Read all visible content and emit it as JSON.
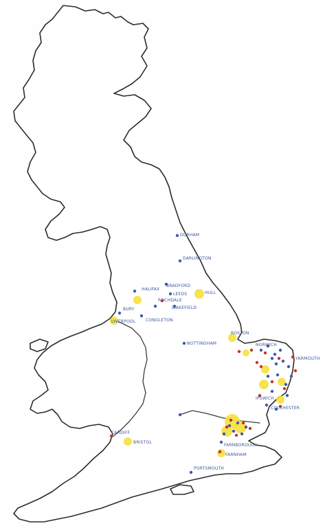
{
  "map": {
    "title": "",
    "legend": [],
    "colors": {
      "blue": "#3b5bb0",
      "red": "#c8322a",
      "yellow": "#f6e03a",
      "coast": "#2b2b2b",
      "label": "#3c55a0"
    },
    "places": [
      {
        "id": "durham",
        "label": "DURHAM"
      },
      {
        "id": "darlington",
        "label": "DARLINGTON"
      },
      {
        "id": "halifax",
        "label": "HALIFAX"
      },
      {
        "id": "bradford",
        "label": "BRADFORD"
      },
      {
        "id": "leeds",
        "label": "LEEDS"
      },
      {
        "id": "hull",
        "label": "HULL"
      },
      {
        "id": "bury",
        "label": "BURY"
      },
      {
        "id": "rochdale",
        "label": "ROCHDALE"
      },
      {
        "id": "wakefield",
        "label": "WAKEFIELD"
      },
      {
        "id": "liverpool",
        "label": "LIVERPOOL"
      },
      {
        "id": "congleton",
        "label": "CONGLETON"
      },
      {
        "id": "nottingham",
        "label": "NOTTINGHAM"
      },
      {
        "id": "boston",
        "label": "BOSTON"
      },
      {
        "id": "norwich",
        "label": "NORWICH"
      },
      {
        "id": "yarmouth",
        "label": "YARMOUTH"
      },
      {
        "id": "ipswich",
        "label": "IPSWICH"
      },
      {
        "id": "colchester",
        "label": "COLCHESTER"
      },
      {
        "id": "cardiff",
        "label": "CARDIFF"
      },
      {
        "id": "bristol",
        "label": "BRISTOL"
      },
      {
        "id": "london",
        "label": ""
      },
      {
        "id": "farnborough",
        "label": "FARNBOROUGH"
      },
      {
        "id": "farnham",
        "label": "FARNHAM"
      },
      {
        "id": "portsmouth",
        "label": "PORTSMOUTH"
      }
    ]
  }
}
